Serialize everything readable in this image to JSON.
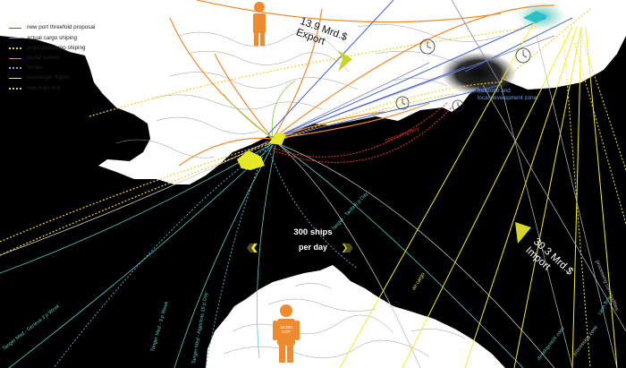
{
  "legend": [
    {
      "label": "new port threefold proposal",
      "color": "#3f5fd6",
      "style": "solid"
    },
    {
      "label": "actual cargo shiping",
      "color": "#7a86b6",
      "style": "solid"
    },
    {
      "label": "proposed cargo shiping",
      "color": "#f0d030",
      "style": "dotted"
    },
    {
      "label": "social factors",
      "color": "#f08a2e",
      "style": "solid"
    },
    {
      "label": "ferries",
      "color": "#6ab3d6",
      "style": "dotted"
    },
    {
      "label": "passenger flights",
      "color": "#f2ea30",
      "style": "solid"
    },
    {
      "label": "new train line",
      "color": "#b6e07a",
      "style": "dotted"
    }
  ],
  "ships": {
    "line1": "300 ships",
    "line2": "per day"
  },
  "export": {
    "line1": "13.9 Mrd.$",
    "line2": "Export"
  },
  "import": {
    "line1": "30.3 Mrd.$",
    "line2": "Import"
  },
  "freezone": {
    "line1": "freezone and",
    "line2": "local development zone"
  },
  "routes": {
    "tanger_geneva": "Tanger Med - Geneva 3 p Week",
    "tanger_tarifa": "Tanger - Tarifa 8 p Day",
    "tanger_algeciras": "Tanger Med - Algeciras 15 p Day",
    "tanger_3pweek": "Tanger Med - 3 p Week",
    "air_cargo": "air cargo",
    "processing_zone": "processing zone",
    "commuters": "commuting ferry",
    "processing_commodities": "processing commodities",
    "cash_flow": "cash flow",
    "development_zone": "development zone"
  },
  "people": {
    "upper_label": "",
    "lower_label": "12.600 GDP"
  },
  "colors": {
    "land": "#ffffff",
    "sea": "#000000",
    "orange": "#f08a2e",
    "yellow": "#f2ea30",
    "teal": "#5ec7c0",
    "blue": "#3f5fd6",
    "red": "#e8342e",
    "green": "#9ad35a"
  }
}
